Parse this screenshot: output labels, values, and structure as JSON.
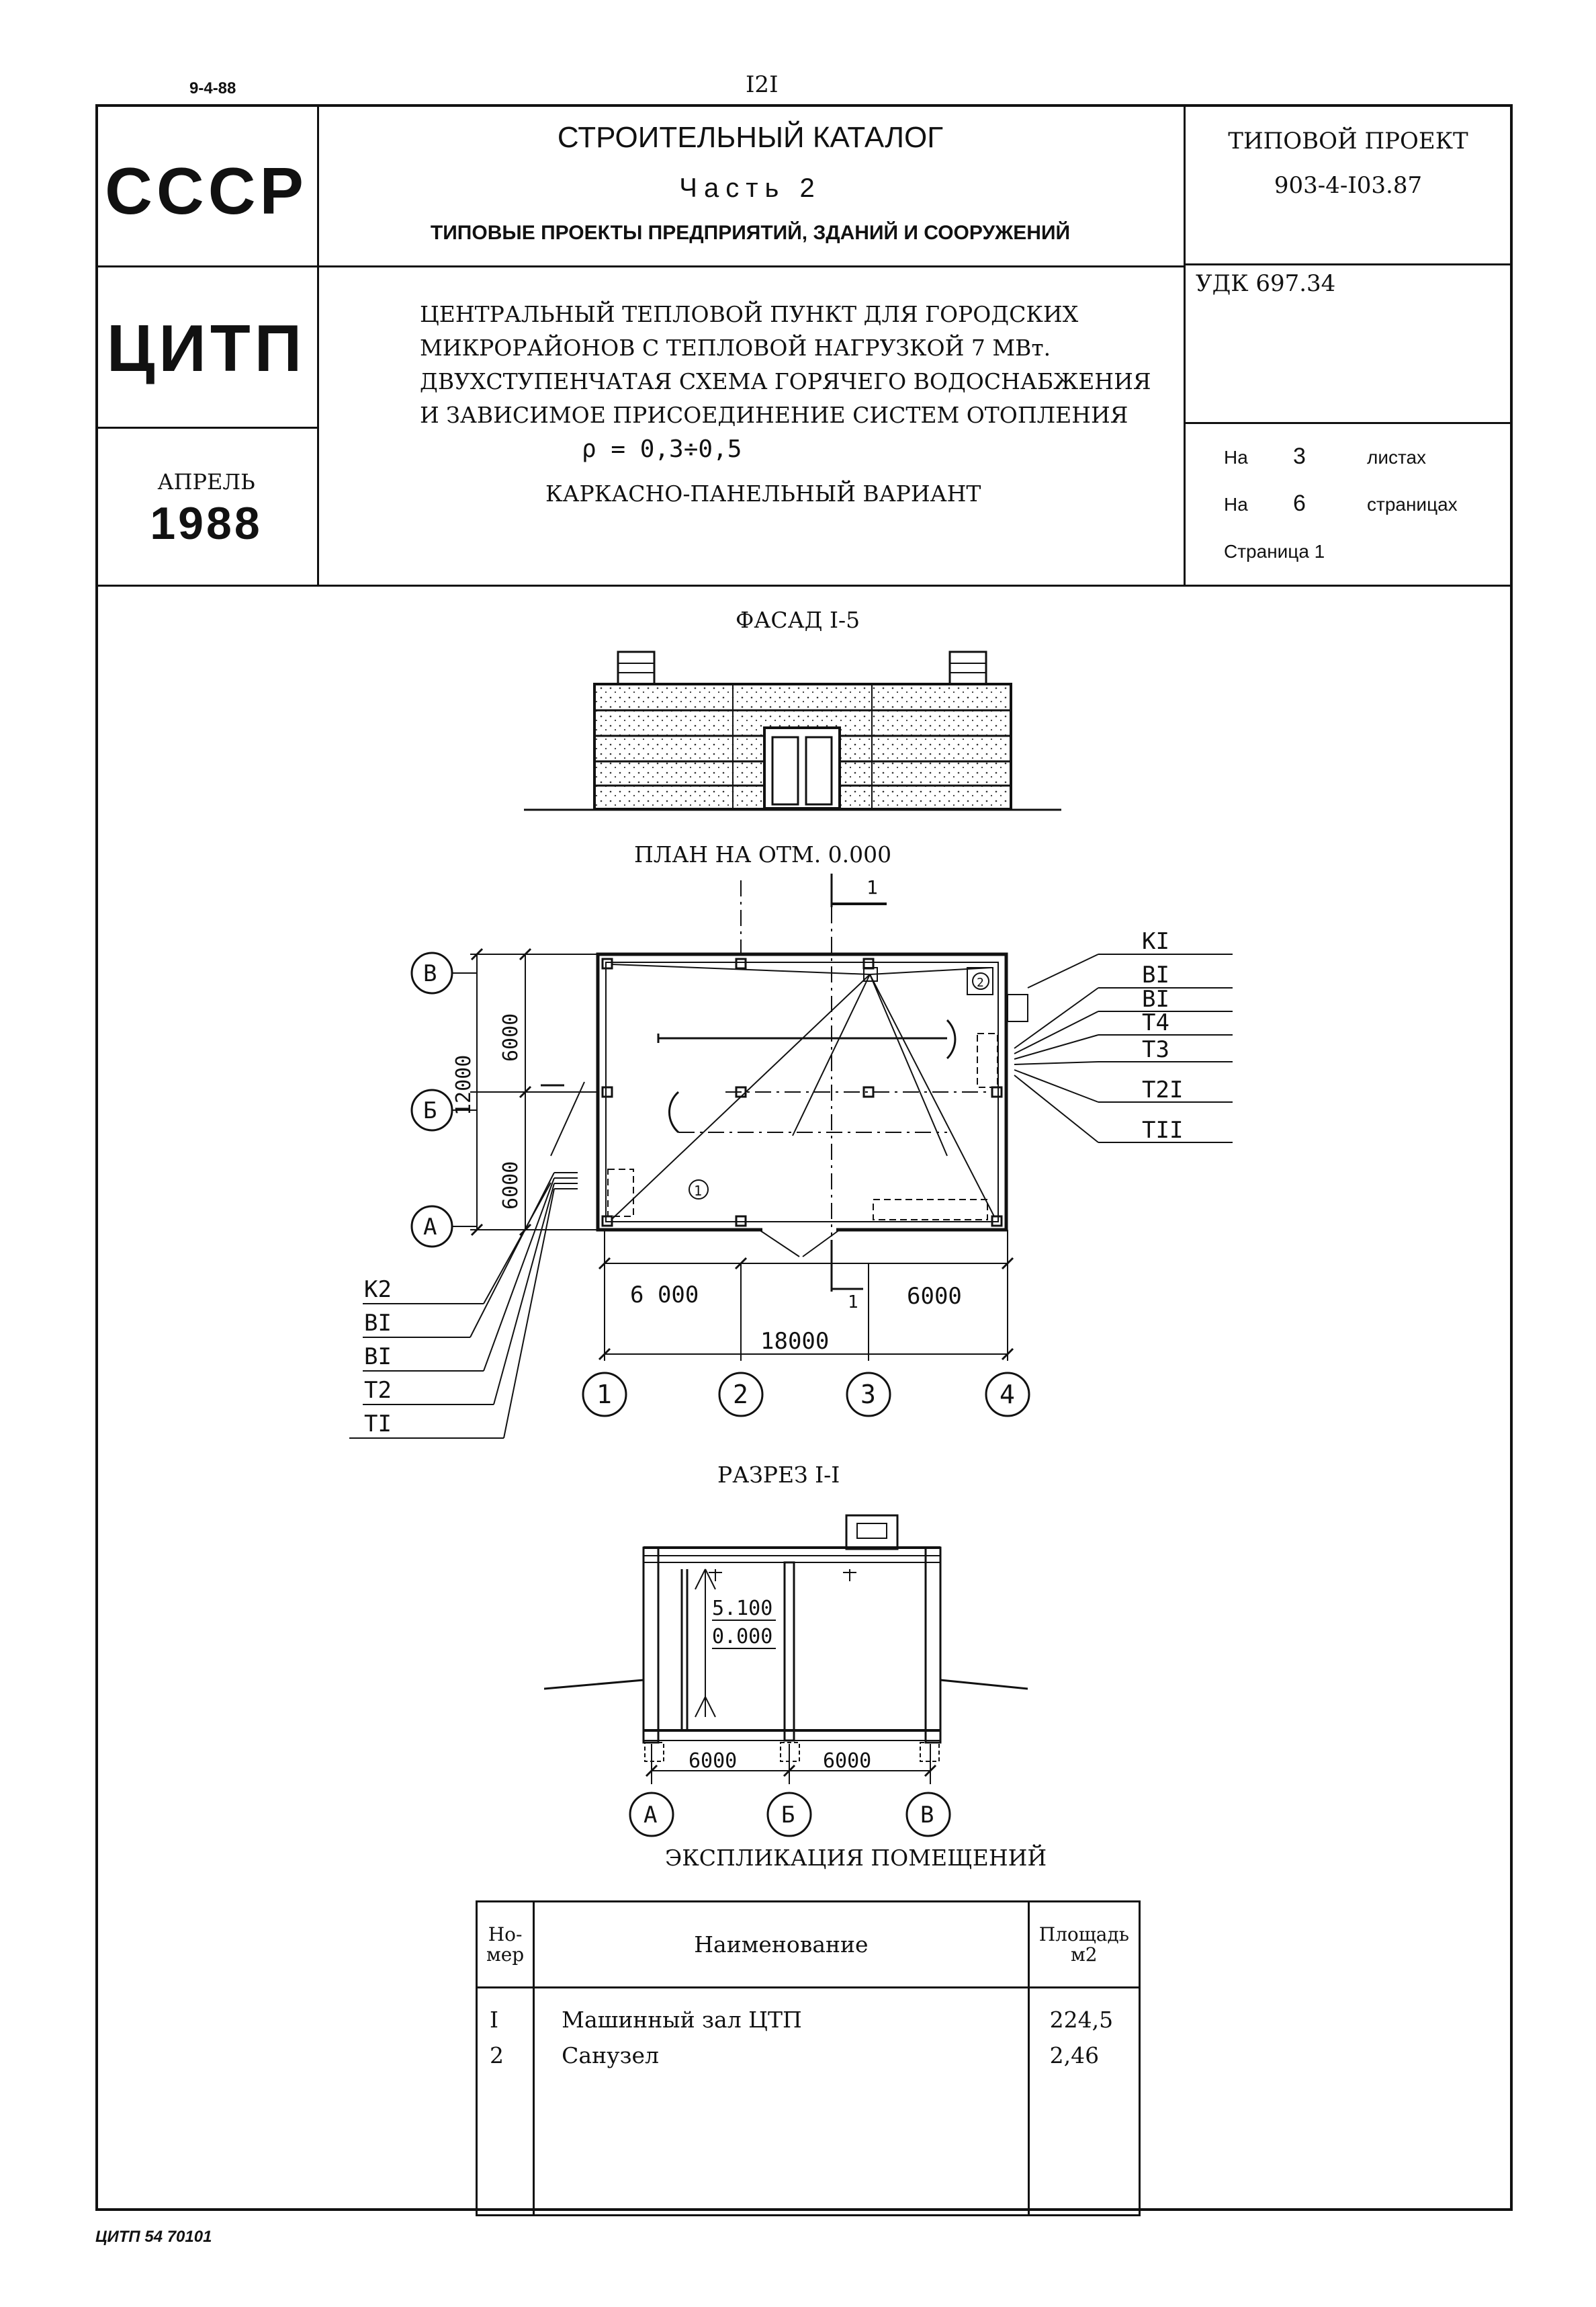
{
  "page": {
    "corner_code": "9-4-88",
    "page_number": "I2I",
    "footer_code": "ЦИТП 54 70101"
  },
  "header": {
    "org_ussr": "СССР",
    "org_citp": "ЦИТП",
    "month": "АПРЕЛЬ",
    "year": "1988",
    "catalog_title": "СТРОИТЕЛЬНЫЙ КАТАЛОГ",
    "catalog_part": "Часть 2",
    "catalog_subtitle": "ТИПОВЫЕ ПРОЕКТЫ ПРЕДПРИЯТИЙ, ЗДАНИЙ И СООРУЖЕНИЙ",
    "project_label": "ТИПОВОЙ ПРОЕКТ",
    "project_number": "903-4-I03.87",
    "udk": "УДК 697.34",
    "project_desc_1": "ЦЕНТРАЛЬНЫЙ ТЕПЛОВОЙ ПУНКТ ДЛЯ ГОРОДСКИХ",
    "project_desc_2": "МИКРОРАЙОНОВ С ТЕПЛОВОЙ НАГРУЗКОЙ 7 МВт.",
    "project_desc_3": "ДВУХСТУПЕНЧАТАЯ СХЕМА ГОРЯЧЕГО ВОДОСНАБЖЕНИЯ",
    "project_desc_4": "И ЗАВИСИМОЕ ПРИСОЕДИНЕНИЕ СИСТЕМ ОТОПЛЕНИЯ",
    "project_rho": "ρ = 0,3÷0,5",
    "project_variant": "КАРКАСНО-ПАНЕЛЬНЫЙ ВАРИАНТ",
    "sheets_prefix": "На",
    "sheets_count": "3",
    "sheets_label": "листах",
    "pages_prefix": "На",
    "pages_count": "6",
    "pages_label": "страницах",
    "page_label": "Страница 1"
  },
  "drawings": {
    "facade_title": "ФАСАД I-5",
    "plan_title": "ПЛАН НА ОТМ. 0.000",
    "section_title": "РАЗРЕЗ I-I",
    "plan_axes_cols": [
      "1",
      "2",
      "3",
      "4"
    ],
    "plan_axes_rows": [
      "В",
      "Б",
      "А"
    ],
    "plan_dim_total_width": "18000",
    "plan_dim_left": "6 000",
    "plan_dim_right": "6000",
    "plan_dim_total_height": "12000",
    "plan_dim_upper": "6000",
    "plan_dim_lower": "6000",
    "section_mark": "1",
    "room_mark_1": "1",
    "room_mark_2": "2",
    "pipes_right": [
      "КI",
      "ВI",
      "ВI",
      "Т4",
      "Т3",
      "Т2I",
      "ТII"
    ],
    "pipes_left": [
      "К2",
      "ВI",
      "ВI",
      "Т2",
      "ТI"
    ],
    "section_level_top": "5.100",
    "section_level_zero": "0.000",
    "section_dim_left": "6000",
    "section_dim_right": "6000",
    "section_axes": [
      "А",
      "Б",
      "В"
    ]
  },
  "explication": {
    "title": "ЭКСПЛИКАЦИЯ ПОМЕЩЕНИЙ",
    "col_number": "Но-\nмер",
    "col_name": "Наименование",
    "col_area": "Площадь\nм2",
    "rows": [
      {
        "number": "I",
        "name": "Машинный зал ЦТП",
        "area": "224,5"
      },
      {
        "number": "2",
        "name": "Санузел",
        "area": "2,46"
      }
    ]
  }
}
